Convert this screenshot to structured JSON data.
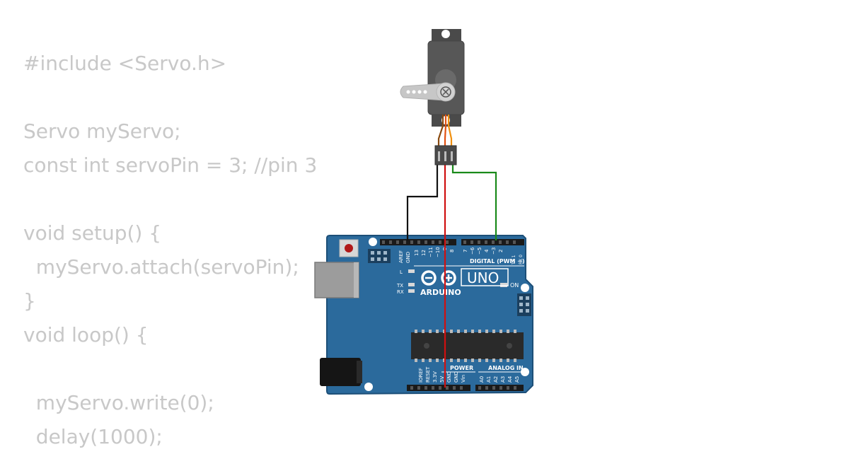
{
  "code": {
    "lines": [
      "#include <Servo.h>",
      "",
      "Servo myServo;",
      "const int servoPin = 3; //pin 3",
      "",
      "void setup() {",
      "  myServo.attach(servoPin);",
      "}",
      "void loop() {",
      "",
      "  myServo.write(0);",
      "  delay(1000);"
    ]
  },
  "board": {
    "brand": "ARDUINO",
    "model": "UNO",
    "digital_label": "DIGITAL (PWM ~)",
    "power_label": "POWER",
    "analog_label": "ANALOG IN",
    "on_label": "ON",
    "l_label": "L",
    "tx_label": "TX",
    "rx_label": "RX",
    "top_pins": [
      "AREF",
      "GND",
      "13",
      "12",
      "~11",
      "~10",
      "~9",
      "8",
      "7",
      "~6",
      "~5",
      "4",
      "~3",
      "2",
      "TX 1",
      "RX 0"
    ],
    "power_pins": [
      "IOREF",
      "RESET",
      "3.3V",
      "5V",
      "GND",
      "GND",
      "Vin"
    ],
    "analog_pins": [
      "A0",
      "A1",
      "A2",
      "A3",
      "A4",
      "A5"
    ]
  },
  "colors": {
    "board": "#2b6a9c",
    "board_edge": "#1d4f78",
    "servo_body": "#575757",
    "wire_signal": "#1a8a1a",
    "wire_power": "#d01010",
    "wire_ground": "#111111",
    "code_text": "#c8c8c8"
  }
}
